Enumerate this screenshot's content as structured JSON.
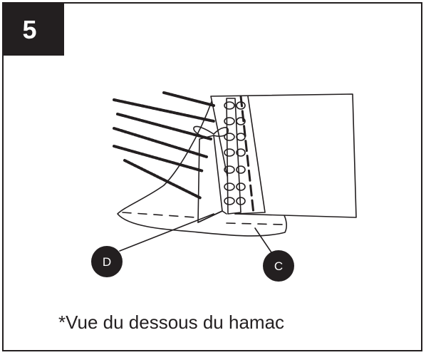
{
  "step": {
    "number": "5"
  },
  "callouts": {
    "d": {
      "label": "D"
    },
    "c": {
      "label": "C"
    }
  },
  "caption": "*Vue du dessous du hamac",
  "colors": {
    "ink": "#231f20",
    "background": "#ffffff"
  }
}
